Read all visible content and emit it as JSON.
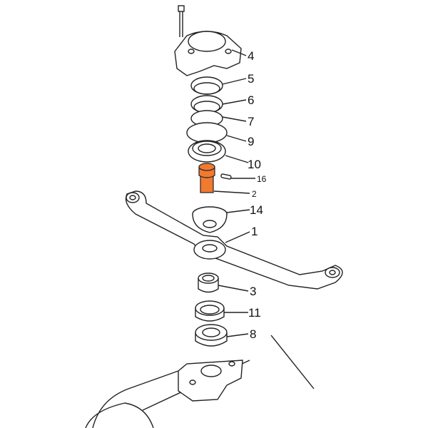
{
  "diagram": {
    "highlight_color": "#F07A30",
    "line_color": "#222222",
    "labels": {
      "p4": "4",
      "p5": "5",
      "p6": "6",
      "p7": "7",
      "p9": "9",
      "p10": "10",
      "p16": "16",
      "p2": "2",
      "p14": "14",
      "p1": "1",
      "p3": "3",
      "p11": "11",
      "p8": "8"
    }
  }
}
